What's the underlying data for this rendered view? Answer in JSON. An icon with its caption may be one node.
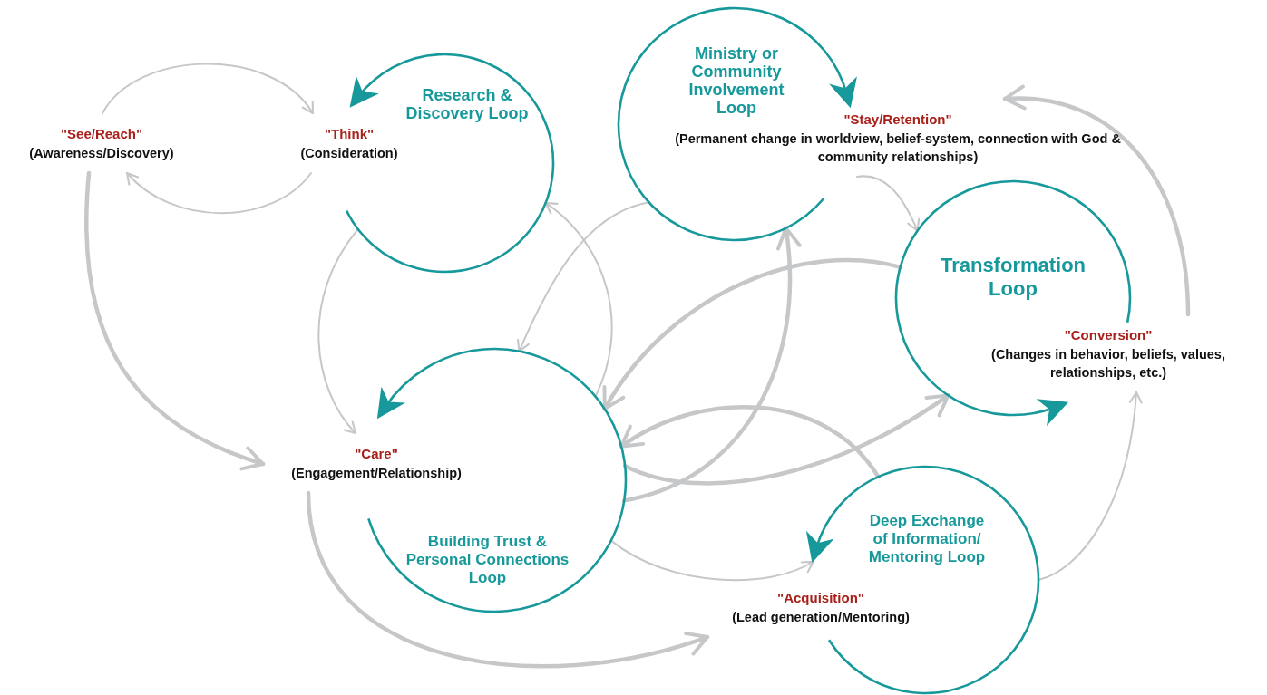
{
  "diagram": {
    "nodes": [
      {
        "text": [
          "\"See/Reach\"",
          "(Awareness/Discovery)"
        ]
      },
      {
        "text": [
          "\"Think\"",
          "(Consideration)"
        ]
      },
      {
        "text": [
          "Research & Discovery Loop"
        ]
      },
      {
        "text": [
          "Ministry or Community Involvement Loop"
        ]
      },
      {
        "text": [
          "\"Stay/Retention\"",
          "(Permanent change in worldview, belief-system, connection with God & community relationships)"
        ]
      },
      {
        "text": [
          "Transformation Loop"
        ]
      },
      {
        "text": [
          "\"Conversion\"",
          "(Changes in behavior, beliefs, values, relationships, etc.)"
        ]
      },
      {
        "text": [
          "Building Trust & Personal Connections Loop"
        ]
      },
      {
        "text": [
          "\"Care\"",
          "(Engagement/Relationship)"
        ]
      },
      {
        "text": [
          "Deep Exchange of Information/ Mentoring Loop"
        ]
      },
      {
        "text": [
          "\"Acquisition\"",
          "(Lead generation/Mentoring)"
        ]
      }
    ],
    "edges": [
      {
        "from": 0,
        "to": 1,
        "arrow": "to"
      },
      {
        "from": 1,
        "to": 0,
        "arrow": "to"
      },
      {
        "from": 0,
        "to": 8,
        "arrow": "to",
        "style": "thick"
      },
      {
        "from": 2,
        "to": 8,
        "arrow": "to"
      },
      {
        "from": 7,
        "to": 2,
        "arrow": "to"
      },
      {
        "from": 3,
        "to": 7,
        "arrow": "to"
      },
      {
        "from": 5,
        "to": 7,
        "arrow": "to",
        "style": "thick"
      },
      {
        "from": 7,
        "to": 3,
        "arrow": "to",
        "style": "thick"
      },
      {
        "from": 9,
        "to": 7,
        "arrow": "to",
        "style": "thick"
      },
      {
        "from": 7,
        "to": 5,
        "arrow": "to",
        "style": "thick"
      },
      {
        "from": 7,
        "to": 9,
        "arrow": "to"
      },
      {
        "from": 8,
        "to": 10,
        "arrow": "to",
        "style": "thick"
      },
      {
        "from": 9,
        "to": 6,
        "arrow": "to"
      },
      {
        "from": 6,
        "to": 4,
        "arrow": "to",
        "style": "thick"
      },
      {
        "from": 4,
        "to": 5,
        "arrow": "to"
      }
    ]
  }
}
